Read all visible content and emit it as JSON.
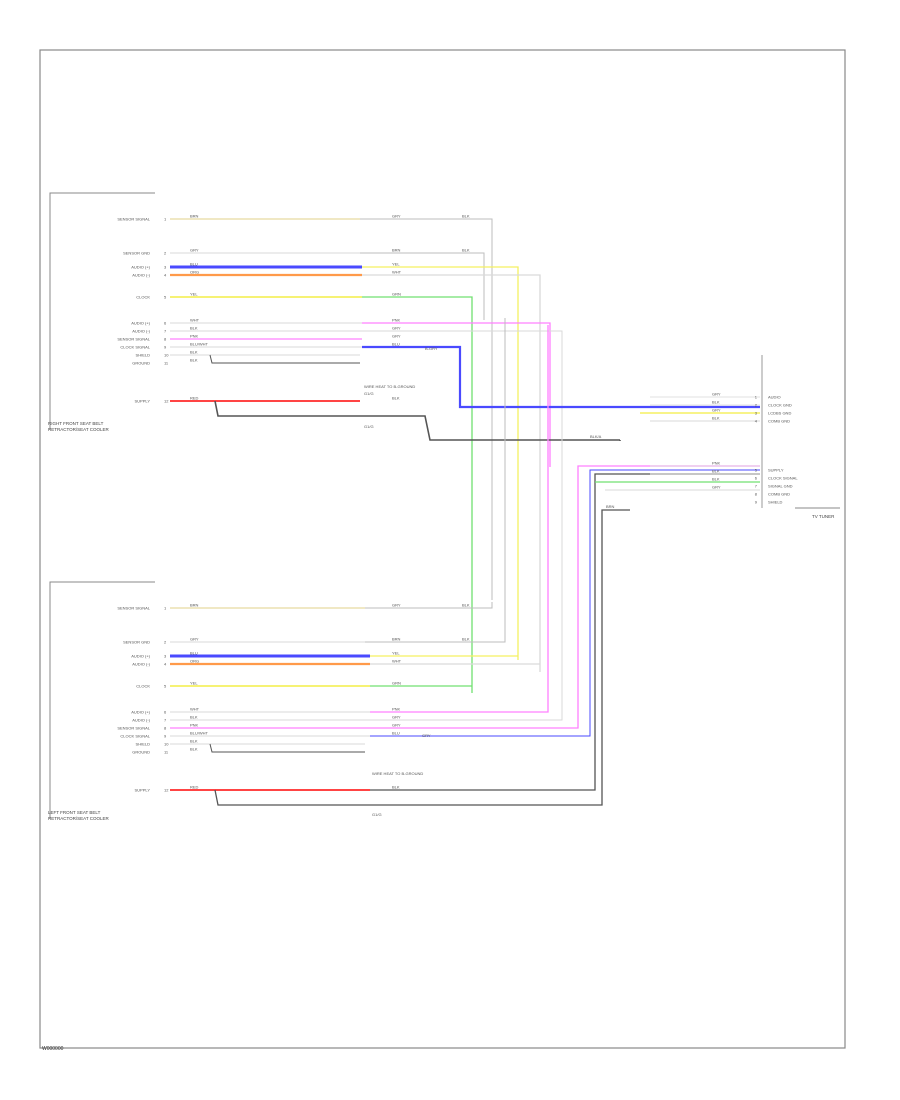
{
  "footer_id": "W000000",
  "components": {
    "right_seat": {
      "caption_lines": [
        "RIGHT FRONT SEAT BELT",
        "RETRACTOR/SEAT COOLER"
      ],
      "pins": [
        "SENSOR SIGNAL",
        "SENSOR GND",
        "AUDIO (+)",
        "AUDIO (-)",
        "CLOCK",
        "AUDIO (+)",
        "AUDIO (-)",
        "SENSOR SIGNAL",
        "CLOCK SIGNAL",
        "SHIELD",
        "GROUND",
        "SUPPLY"
      ]
    },
    "left_seat": {
      "caption_lines": [
        "LEFT FRONT SEAT BELT",
        "RETRACTOR/SEAT COOLER"
      ],
      "pins": [
        "SENSOR SIGNAL",
        "SENSOR GND",
        "AUDIO (+)",
        "AUDIO (-)",
        "CLOCK",
        "AUDIO (+)",
        "AUDIO (-)",
        "SENSOR SIGNAL",
        "CLOCK SIGNAL",
        "SHIELD",
        "GROUND",
        "SUPPLY"
      ]
    },
    "tuner": {
      "caption": "TV TUNER",
      "pins": [
        "AUDIO",
        "CLOCK GND",
        "LCDBS GND",
        "COMB GND",
        "SUPPLY",
        "CLOCK SIGNAL",
        "SIGNAL GND",
        "COMB GND",
        "SHIELD"
      ]
    }
  },
  "wires": {
    "right_seat": [
      {
        "near": "BRN",
        "far": "GRY",
        "splice": "BLK"
      },
      {
        "near": "GRY",
        "far": "BRN",
        "splice": "BLK"
      },
      {
        "near": "BLU",
        "far": "YEL",
        "splice": ""
      },
      {
        "near": "ORG",
        "far": "WHT",
        "splice": ""
      },
      {
        "near": "YEL",
        "far": "GRN",
        "splice": ""
      },
      {
        "near": "WHT",
        "far": "PNK",
        "splice": ""
      },
      {
        "near": "BLK",
        "far": "GRY",
        "splice": ""
      },
      {
        "near": "PNK",
        "far": "GRY",
        "splice": ""
      },
      {
        "near": "BLU/WHT",
        "far": "BLU",
        "splice": ""
      },
      {
        "near": "BLK",
        "far": "",
        "splice": ""
      },
      {
        "near": "BLK",
        "far": "",
        "splice": ""
      },
      {
        "near": "RED",
        "far": "BLK",
        "splice": ""
      }
    ],
    "left_seat": [
      {
        "near": "BRN",
        "far": "GRY",
        "splice": "BLK"
      },
      {
        "near": "GRY",
        "far": "BRN",
        "splice": "BLK"
      },
      {
        "near": "BLU",
        "far": "YEL",
        "splice": ""
      },
      {
        "near": "ORG",
        "far": "WHT",
        "splice": ""
      },
      {
        "near": "YEL",
        "far": "GRN",
        "splice": ""
      },
      {
        "near": "WHT",
        "far": "PNK",
        "splice": ""
      },
      {
        "near": "BLK",
        "far": "GRY",
        "splice": ""
      },
      {
        "near": "PNK",
        "far": "GRY",
        "splice": ""
      },
      {
        "near": "BLU/WHT",
        "far": "BLU",
        "splice": ""
      },
      {
        "near": "BLK",
        "far": "",
        "splice": ""
      },
      {
        "near": "BLK",
        "far": "",
        "splice": ""
      },
      {
        "near": "RED",
        "far": "BLK",
        "splice": ""
      }
    ],
    "tuner": [
      {
        "label": "GRY"
      },
      {
        "label": "BLK"
      },
      {
        "label": "GRY"
      },
      {
        "label": "BLK"
      },
      {
        "label": "PNK"
      },
      {
        "label": "BLK"
      },
      {
        "label": "BLK"
      },
      {
        "label": "GRY"
      }
    ]
  },
  "notes": {
    "right_gnd": "WIRE HEAT TO B-GROUND",
    "left_gnd": "WIRE HEAT TO B-GROUND",
    "right_g": "G1/G",
    "left_g": "G1/G",
    "splice_note_r": "B-GRY",
    "splice_note_l": "GRY",
    "center_tag": "BLK/A",
    "lower_tag": "BRN"
  },
  "wire_colors": {
    "tan": "#e8d9a0",
    "gray": "#bdbdbd",
    "blue": "#4a4aff",
    "orange": "#ff9a4a",
    "yellow": "#f5f060",
    "green": "#70e070",
    "pink": "#ff80ff",
    "black": "#555555",
    "red": "#ff4444",
    "light": "#d9d9d9",
    "frame": "#888888"
  }
}
